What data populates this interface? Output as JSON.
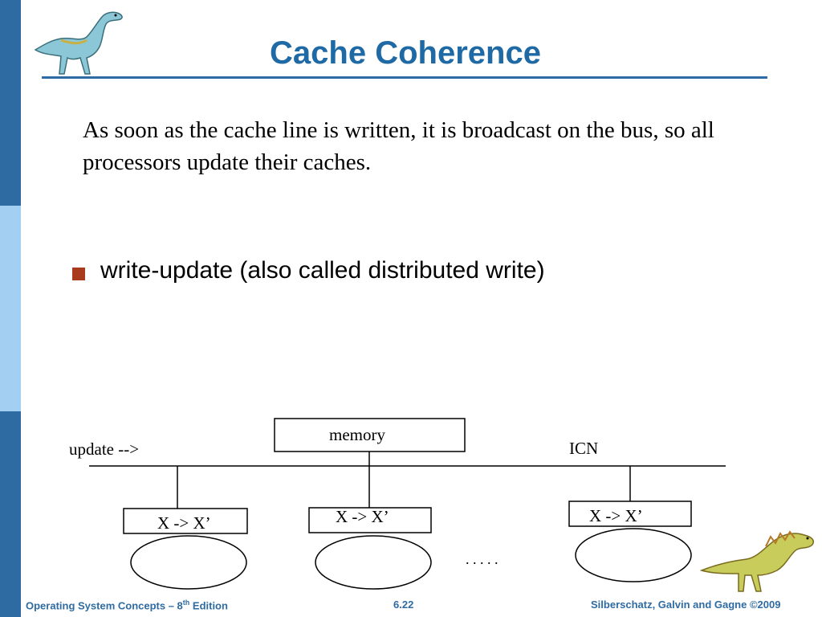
{
  "slide": {
    "title": "Cache Coherence",
    "intro": "As soon as the cache line is written, it is broadcast on the bus, so all processors update their caches.",
    "bullet": "write-update (also called distributed write)"
  },
  "diagram": {
    "memory_label": "memory",
    "update_label": "update -->",
    "icn_label": "ICN",
    "cache_labels": [
      "X -> X’",
      "X -> X’",
      "X -> X’"
    ],
    "ellipsis": ". . . . ."
  },
  "footer": {
    "left_main": "Operating System Concepts – 8",
    "left_sup": "th",
    "left_tail": " Edition",
    "center": "6.22",
    "right": "Silberschatz, Galvin and Gagne ©2009"
  },
  "icons": [
    "dinosaur-icon-top",
    "dinosaur-icon-bottom"
  ],
  "colors": {
    "accent_blue": "#2f6ba3",
    "light_blue": "#a3d0f2",
    "bullet_red": "#a83a1e",
    "title_blue": "#1f6aa5"
  }
}
